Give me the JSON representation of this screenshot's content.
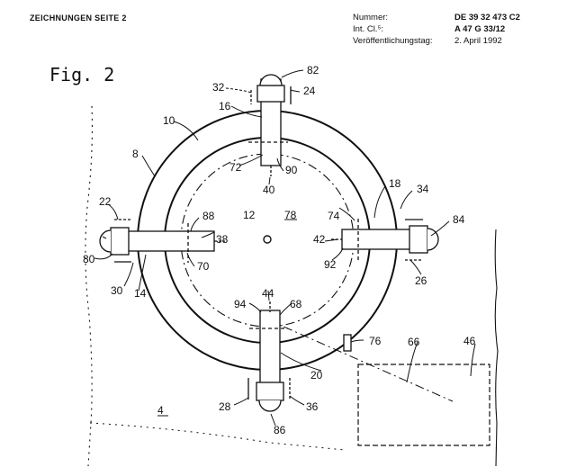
{
  "header": {
    "sheet_label": "ZEICHNUNGEN SEITE 2",
    "number_label": "Nummer:",
    "number_value": "DE 39 32 473  C2",
    "class_label": "Int. Cl.⁵:",
    "class_value": "A 47 G  33/12",
    "date_label": "Veröffentlichungstag:",
    "date_value": "2. April 1992"
  },
  "figure": {
    "title": "Fig. 2",
    "labels": {
      "l4": "4",
      "l8": "8",
      "l10": "10",
      "l12": "12",
      "l14": "14",
      "l16": "16",
      "l18": "18",
      "l20": "20",
      "l22": "22",
      "l24": "24",
      "l26": "26",
      "l28": "28",
      "l30": "30",
      "l32": "32",
      "l34": "34",
      "l36": "36",
      "l38": "38",
      "l40": "40",
      "l42": "42",
      "l44": "44",
      "l46": "46",
      "l66": "66",
      "l68": "68",
      "l70": "70",
      "l72": "72",
      "l74": "74",
      "l76": "76",
      "l78": "78",
      "l80": "80",
      "l82": "82",
      "l84": "84",
      "l86": "86",
      "l88": "88",
      "l90": "90",
      "l92": "92",
      "l94": "94"
    }
  }
}
